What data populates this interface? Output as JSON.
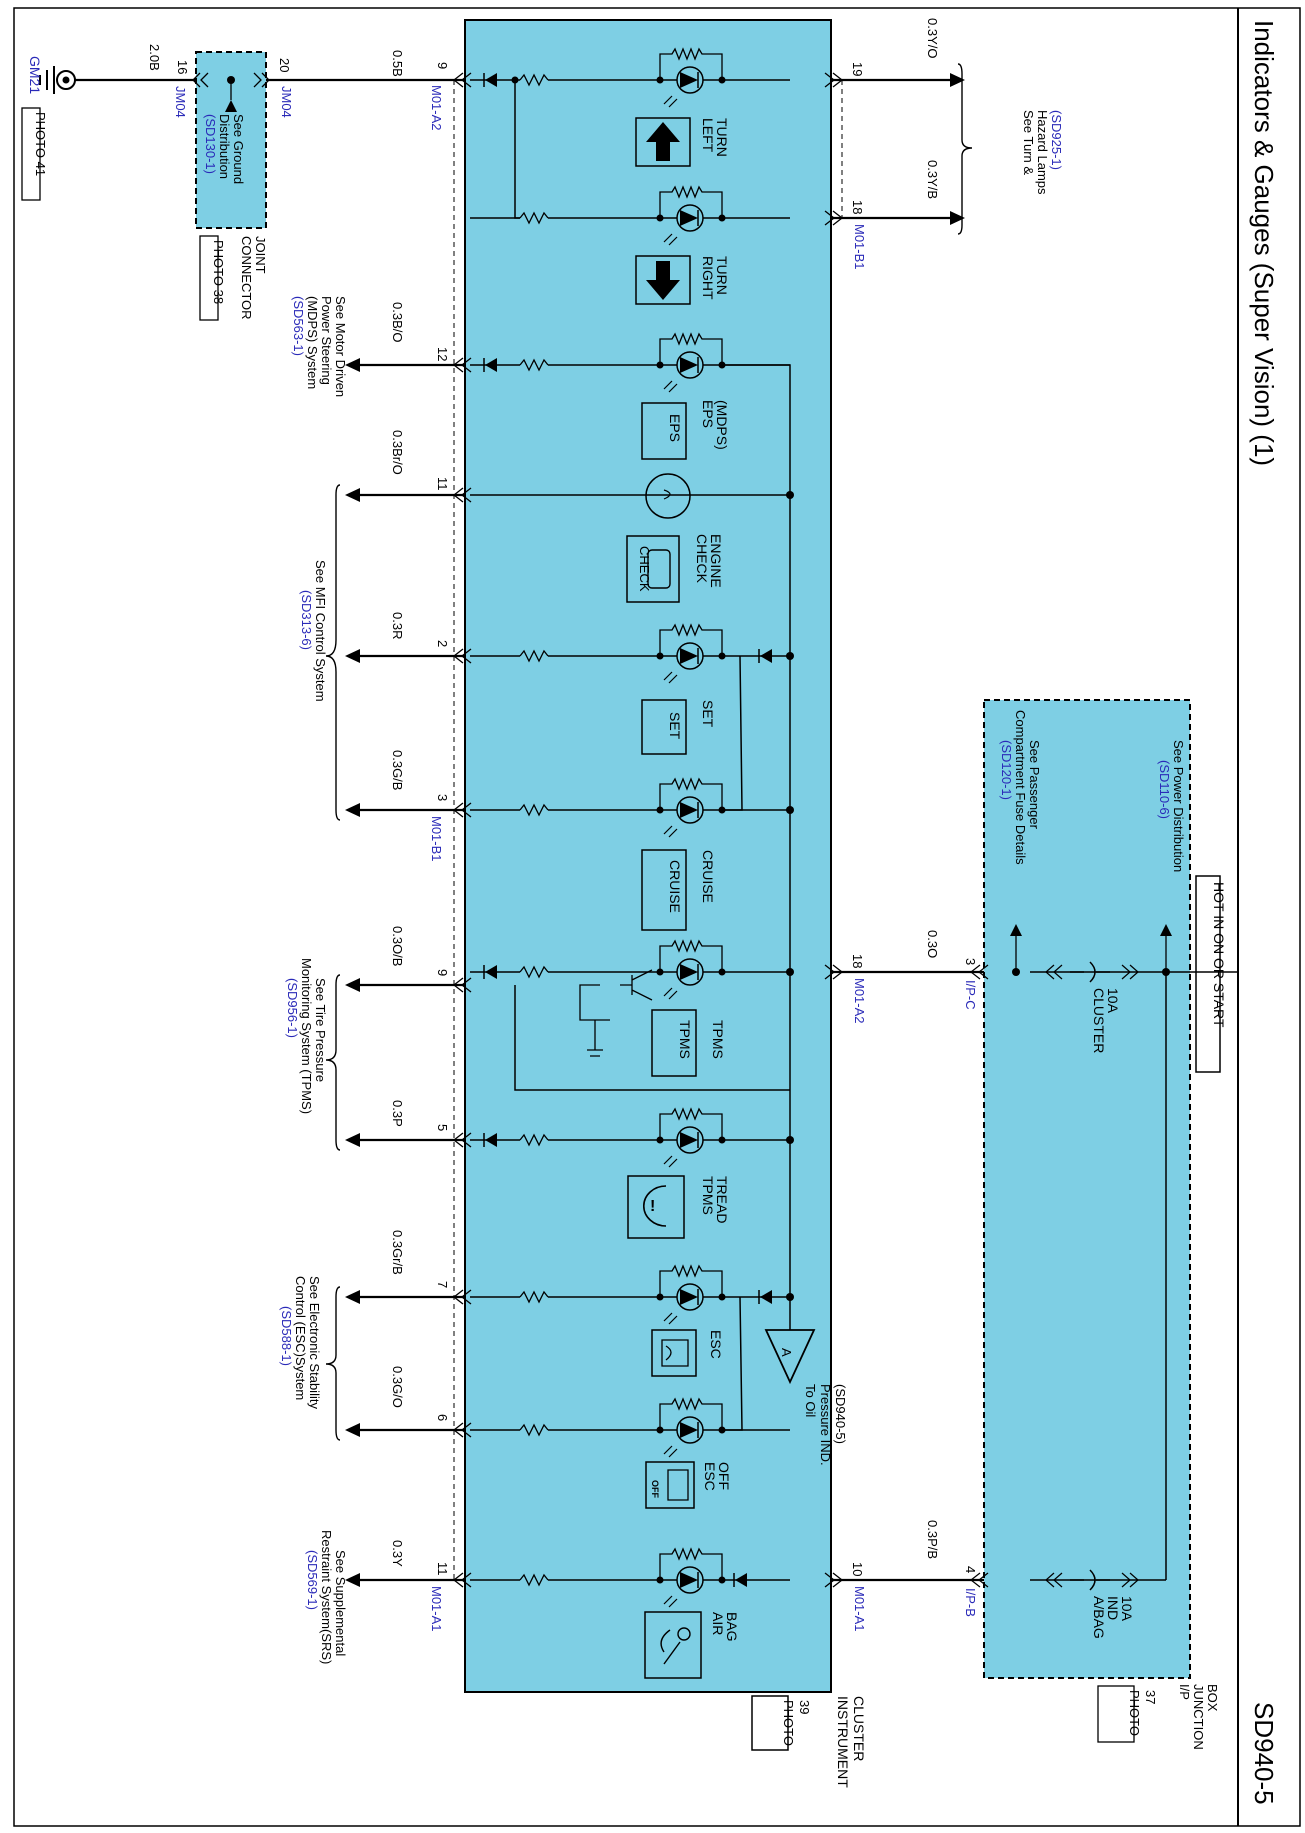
{
  "sheet": {
    "title": "Indicators & Gauges (Super Vision) (1)",
    "code": "SD940-5"
  },
  "ground": {
    "code": "GM21",
    "photo": "PHOTO 41",
    "wire": "2.0B"
  },
  "joint_connector": {
    "label_1": "JOINT",
    "label_2": "CONNECTOR",
    "photo": "PHOTO 38",
    "ref_1": "See Ground",
    "ref_2": "Distribution",
    "ref_link": "(SD130-1)",
    "pin_left": "16",
    "pin_left_code": "JM04",
    "pin_right": "20",
    "pin_right_code": "JM04"
  },
  "cluster": {
    "label_1": "INSTRUMENT",
    "label_2": "CLUSTER",
    "photo_1": "PHOTO",
    "photo_2": "39",
    "indicators": [
      {
        "label_1": "LEFT",
        "label_2": "TURN"
      },
      {
        "label_1": "RIGHT",
        "label_2": "TURN"
      },
      {
        "label_1": "EPS",
        "label_2": "(MDPS)",
        "box": "EPS"
      },
      {
        "label_1": "CHECK",
        "label_2": "ENGINE",
        "box": "CHECK"
      },
      {
        "label_1": "SET",
        "box": "SET"
      },
      {
        "label_1": "CRUISE",
        "box": "CRUISE"
      },
      {
        "label_1": "TPMS",
        "box": "TPMS"
      },
      {
        "label_1": "TPMS",
        "label_2": "TREAD"
      },
      {
        "label_1": "ESC"
      },
      {
        "label_1": "ESC",
        "label_2": "OFF",
        "icon_text": "OFF"
      },
      {
        "label_1": "AIR",
        "label_2": "BAG"
      }
    ]
  },
  "left_connectors": [
    {
      "pin": "9",
      "wire": "0.5B",
      "code": "M01-A2"
    },
    {
      "pin": "12",
      "wire": "0.3B/O"
    },
    {
      "pin": "11",
      "wire": "0.3Br/O"
    },
    {
      "pin": "2",
      "wire": "0.3R"
    },
    {
      "pin": "3",
      "wire": "0.3G/B",
      "code": "M01-B1"
    },
    {
      "pin": "9",
      "wire": "0.3O/B"
    },
    {
      "pin": "5",
      "wire": "0.3P"
    },
    {
      "pin": "7",
      "wire": "0.3Gr/B"
    },
    {
      "pin": "6",
      "wire": "0.3G/O"
    },
    {
      "pin": "11",
      "wire": "0.3Y",
      "code": "M01-A1"
    }
  ],
  "right_connectors": [
    {
      "pin": "19",
      "wire": "0.3Y/O"
    },
    {
      "pin": "18",
      "wire": "0.3Y/B",
      "code": "M01-B1"
    },
    {
      "pin": "18",
      "wire": "0.3O",
      "code": "M01-A2"
    },
    {
      "pin": "10",
      "wire": "0.3P/B",
      "code": "M01-A1"
    }
  ],
  "refs": {
    "turn": {
      "l1": "See Turn &",
      "l2": "Hazard Lamps",
      "link": "(SD925-1)"
    },
    "mdps": {
      "l1": "See Motor Driven",
      "l2": "Power Steering",
      "l3": "(MDPS) System",
      "link": "(SD563-1)"
    },
    "mfi": {
      "l1": "See MFI Control System",
      "link": "(SD313-6)"
    },
    "tpms": {
      "l1": "See Tire Pressure",
      "l2": "Monitoring System (TPMS)",
      "link": "(SD956-1)"
    },
    "esc": {
      "l1": "See Electronic Stability",
      "l2": "Control (ESC)System",
      "link": "(SD588-1)"
    },
    "srs": {
      "l1": "See Supplemental",
      "l2": "Restraint System(SRS)",
      "link": "(SD569-1)"
    },
    "oil": {
      "l1": "To Oil",
      "l2": "Pressure IND.",
      "l3": "(SD940-5)",
      "tag": "A"
    }
  },
  "junction_box": {
    "label_1": "I/P",
    "label_2": "JUNCTION",
    "label_3": "BOX",
    "photo_1": "PHOTO",
    "photo_2": "37",
    "hot": "HOT IN ON OR START",
    "power_ref": {
      "l1": "See Power Distribution",
      "link": "(SD110-6)"
    },
    "pass_ref": {
      "l1": "See Passenger",
      "l2": "Compartment Fuse Details",
      "link": "(SD120-1)"
    },
    "fuse_cluster": {
      "name": "CLUSTER",
      "rating": "10A",
      "pin": "3",
      "code": "I/P-C"
    },
    "fuse_airbag": {
      "name_1": "A/BAG",
      "name_2": "IND",
      "rating": "10A",
      "pin": "4",
      "code": "I/P-B"
    }
  },
  "colors": {
    "cluster_fill": "#7ecfe4",
    "link_text": "#2a2ab8",
    "line": "#000000"
  }
}
